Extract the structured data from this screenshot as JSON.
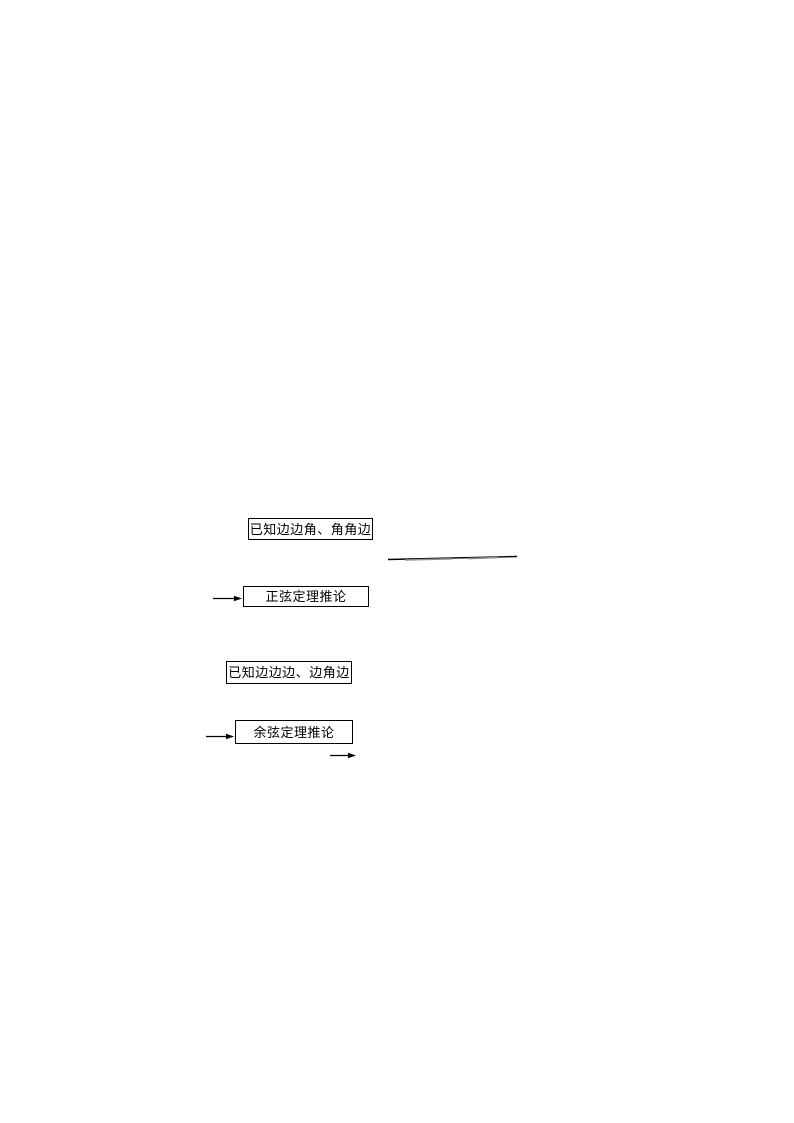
{
  "page": {
    "background_color": "#ffffff",
    "type": "document-page-with-flowchart"
  },
  "diagram": {
    "colors": {
      "box_border": "#000000",
      "text": "#000000",
      "connector": "#000000",
      "smudge": "#909090"
    },
    "boxes": [
      {
        "label": "已知边边角、角角边"
      },
      {
        "label": "正弦定理推论"
      },
      {
        "label": "已知边边边、边角边"
      },
      {
        "label": "余弦定理推论"
      }
    ],
    "connectors": [
      {
        "name": "divider-line",
        "kind": "line"
      },
      {
        "name": "arrow-into-sine-rule-box",
        "kind": "arrow-right"
      },
      {
        "name": "arrow-into-cosine-rule-box",
        "kind": "arrow-right"
      },
      {
        "name": "arrow-stray-right",
        "kind": "arrow-right"
      }
    ]
  }
}
